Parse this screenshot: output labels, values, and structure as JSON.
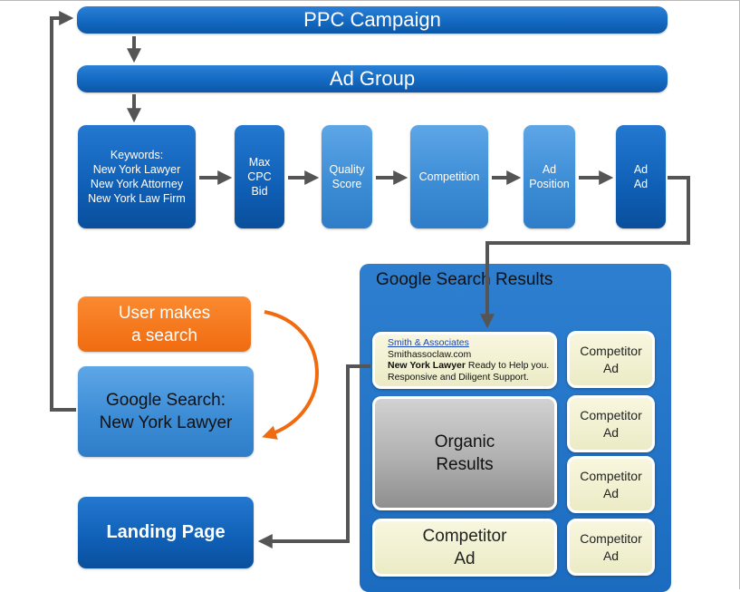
{
  "top_bars": {
    "campaign": "PPC Campaign",
    "ad_group": "Ad Group"
  },
  "flow": {
    "keywords": {
      "heading": "Keywords:",
      "lines": [
        "New York Lawyer",
        "New York Attorney",
        "New York Law Firm"
      ]
    },
    "max_cpc": [
      "Max",
      "CPC",
      "Bid"
    ],
    "quality": [
      "Quality",
      "Score"
    ],
    "competition": "Competition",
    "ad_position": [
      "Ad",
      "Position"
    ],
    "ad_rank": [
      "Ad",
      "Ad"
    ]
  },
  "left_side": {
    "user_search": [
      "User makes",
      "a search"
    ],
    "google_search": [
      "Google Search:",
      "New York Lawyer"
    ],
    "landing_page": "Landing Page"
  },
  "results": {
    "title": "Google Search Results",
    "ad_sample": {
      "title": "Smith & Associates",
      "url": "Smithassoclaw.com",
      "bold": "New York Lawyer",
      "line1_rest": " Ready to Help you.",
      "line2": "Responsive and Diligent Support."
    },
    "organic": [
      "Organic",
      "Results"
    ],
    "competitor_bottom": [
      "Competitor",
      "Ad"
    ],
    "competitor_side": [
      [
        "Competitor",
        "Ad"
      ],
      [
        "Competitor",
        "Ad"
      ],
      [
        "Competitor",
        "Ad"
      ],
      [
        "Competitor",
        "Ad"
      ]
    ]
  },
  "colors": {
    "blue_dark": "#1469c2",
    "blue_light": "#3d8dd6",
    "orange": "#f06b10",
    "arrow_gray": "#555555",
    "cream": "#f3f2d4"
  }
}
